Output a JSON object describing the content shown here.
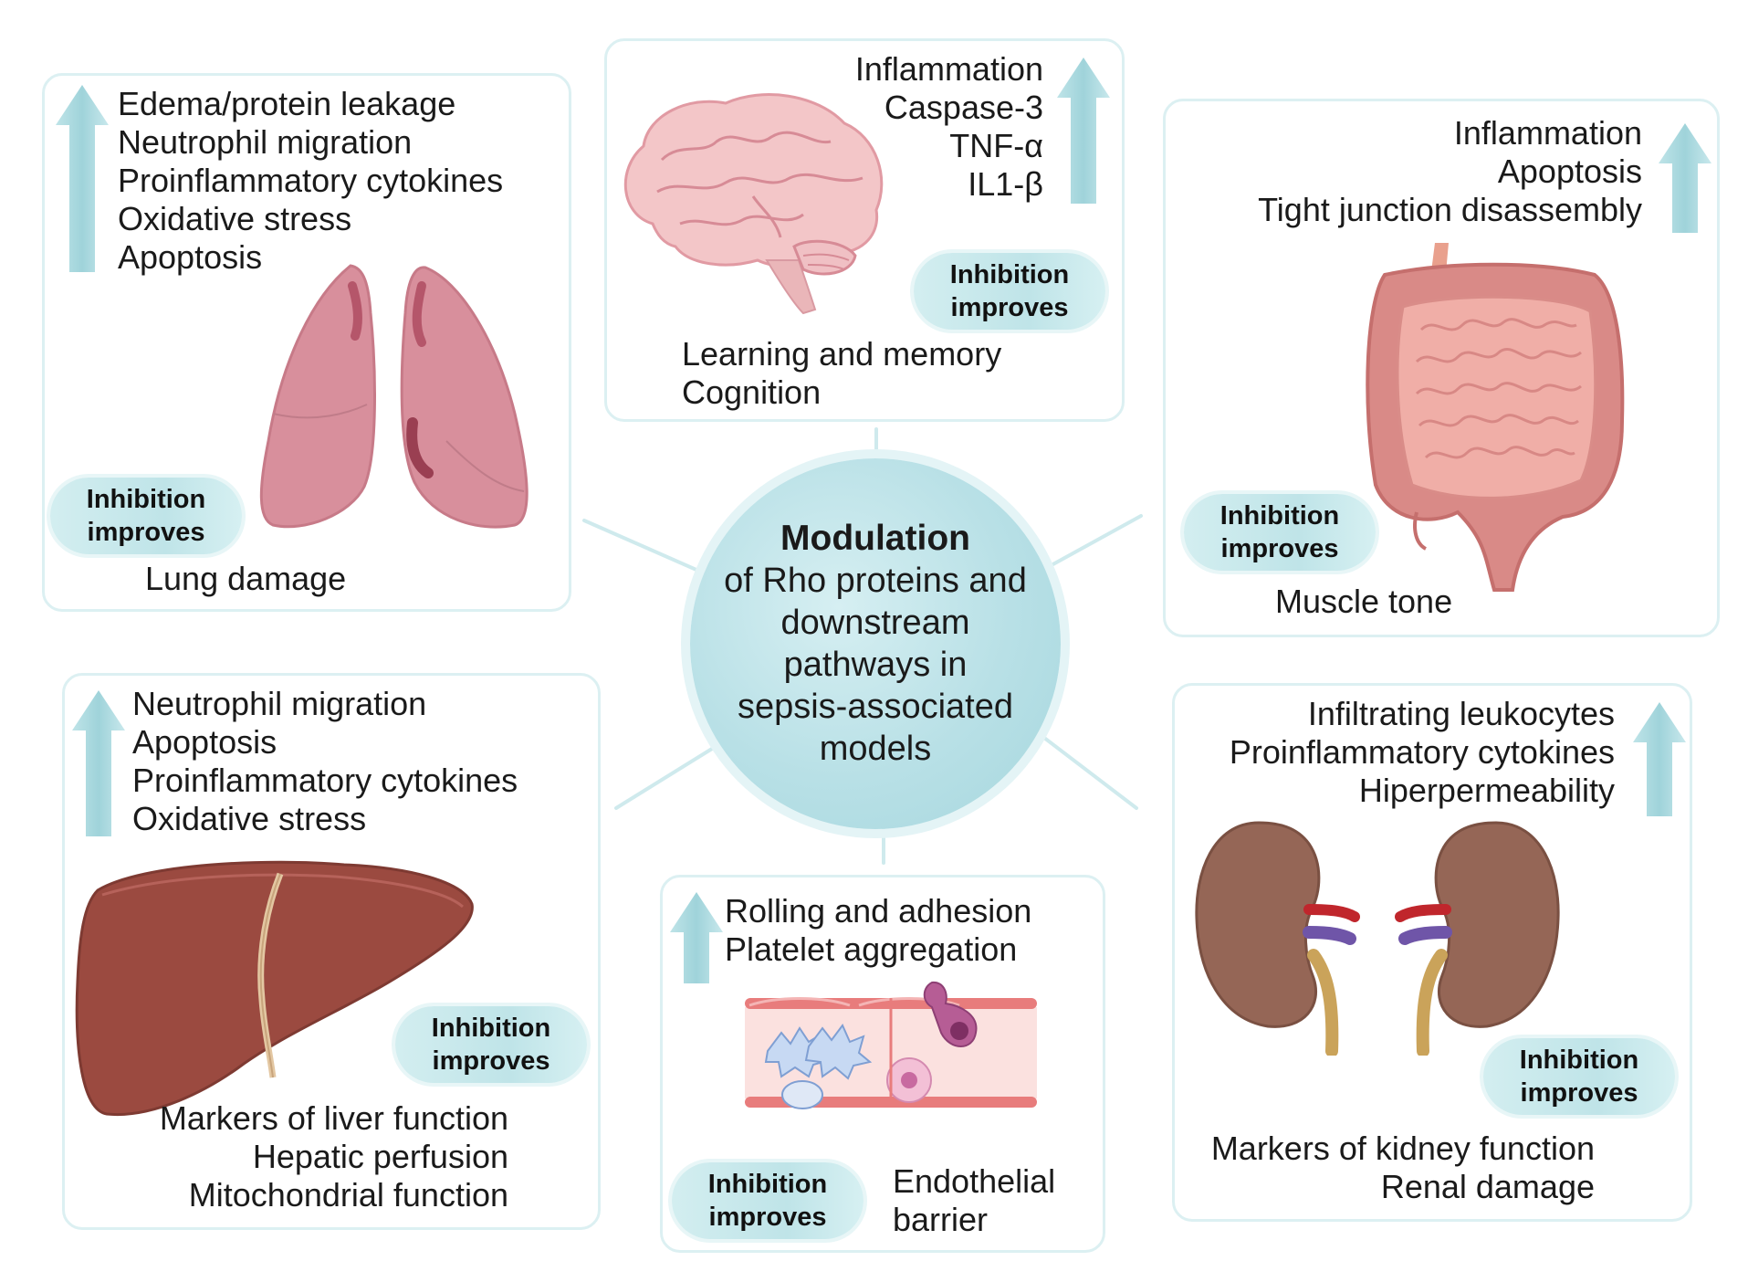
{
  "center": {
    "title": "Modulation",
    "lines": [
      "of Rho proteins and",
      "downstream",
      "pathways in",
      "sepsis-associated",
      "models"
    ]
  },
  "pill_label": [
    "Inhibition",
    "improves"
  ],
  "lung": {
    "increased": [
      "Edema/protein leakage",
      "Neutrophil migration",
      "Proinflammatory cytokines",
      "Oxidative stress",
      "Apoptosis"
    ],
    "improved": [
      "Lung damage"
    ]
  },
  "brain": {
    "increased": [
      "Inflammation",
      "Caspase-3",
      "TNF-α",
      "IL1-β"
    ],
    "improved": [
      "Learning and memory",
      "Cognition"
    ]
  },
  "intestine": {
    "increased": [
      "Inflammation",
      "Apoptosis",
      "Tight junction disassembly"
    ],
    "improved": [
      "Muscle tone"
    ]
  },
  "liver": {
    "increased": [
      "Neutrophil migration",
      "Apoptosis",
      "Proinflammatory cytokines",
      "Oxidative stress"
    ],
    "improved": [
      "Markers of liver function",
      "Hepatic perfusion",
      "Mitochondrial function"
    ]
  },
  "vessel": {
    "increased": [
      "Rolling and adhesion",
      "Platelet aggregation"
    ],
    "improved": [
      "Endothelial",
      "barrier"
    ]
  },
  "kidney": {
    "increased": [
      "Infiltrating leukocytes",
      "Proinflammatory cytokines",
      "Hiperpermeability"
    ],
    "improved": [
      "Markers of kidney function",
      "Renal damage"
    ]
  },
  "icons": [
    "lungs-icon",
    "brain-icon",
    "intestine-icon",
    "liver-icon",
    "blood-vessel-icon",
    "kidneys-icon",
    "up-arrow-icon"
  ],
  "colors": {
    "accent": "#bfe4e8",
    "arrow": "#aedbe0",
    "box_border": "#dcf0f2",
    "connector": "#cfeaed"
  }
}
